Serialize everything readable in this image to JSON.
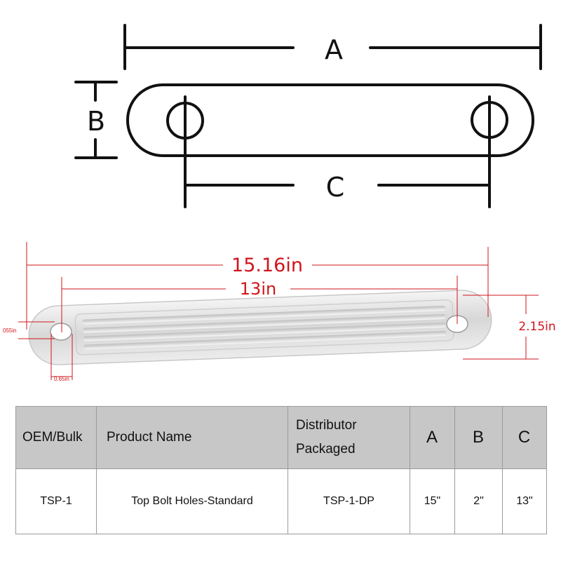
{
  "schematic": {
    "label_a": "A",
    "label_b": "B",
    "label_c": "C"
  },
  "photo": {
    "overall_length": "15.16in",
    "hole_spacing": "13in",
    "height": "2.15in",
    "hole_size": "055in",
    "end_offset": "0.65in"
  },
  "table": {
    "headers": {
      "oem": "OEM/Bulk",
      "product": "Product Name",
      "distributor_line1": "Distributor",
      "distributor_line2": "Packaged",
      "a": "A",
      "b": "B",
      "c": "C"
    },
    "rows": [
      {
        "oem": "TSP-1",
        "product": "Top Bolt Holes-Standard",
        "distributor": "TSP-1-DP",
        "a": "15\"",
        "b": "2\"",
        "c": "13\""
      }
    ]
  },
  "colors": {
    "measure_red": "#d0151b",
    "header_gray": "#c7c7c7",
    "line_black": "#111111"
  }
}
